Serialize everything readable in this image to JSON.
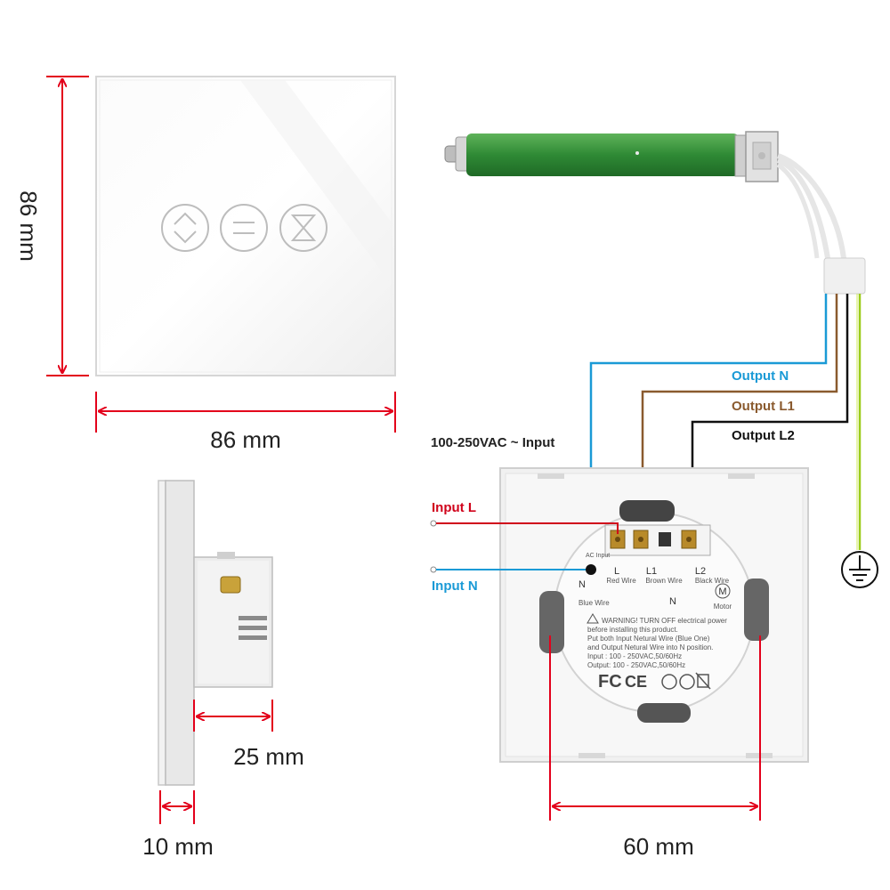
{
  "dimensions": {
    "height_front": "86 mm",
    "width_front": "86 mm",
    "depth_body": "25 mm",
    "depth_panel": "10 mm",
    "back_width": "60 mm"
  },
  "wiring": {
    "input_title": "100-250VAC ~ Input",
    "input_l": "Input L",
    "input_n": "Input N",
    "output_n": "Output N",
    "output_l1": "Output L1",
    "output_l2": "Output L2"
  },
  "back_labels": {
    "ac_input": "AC Input",
    "term_l": "L",
    "term_l1": "L1",
    "term_l2": "L2",
    "red_wire": "Red Wire",
    "brown_wire": "Brown Wire",
    "black_wire": "Black Wire",
    "n_left": "N",
    "n_center": "N",
    "blue_wire": "Blue Wire",
    "motor": "Motor",
    "motor_symbol": "M",
    "warning_1": "WARNING! TURN OFF electrical power",
    "warning_2": "before installing this product.",
    "warning_3": "Put both Input Netural Wire (Blue One)",
    "warning_4": "and Output Netural Wire into N position.",
    "spec_input": "Input : 100 - 250VAC,50/60Hz",
    "spec_output": "Output: 100 - 250VAC,50/60Hz",
    "cert_fc": "FC",
    "cert_ce": "CE"
  },
  "colors": {
    "dimension_red": "#e3001b",
    "wire_blue": "#1a9ad6",
    "wire_brown": "#8a5a2e",
    "wire_black": "#111111",
    "wire_green_yellow": "#9ccc1a",
    "input_l_red": "#d0021b",
    "motor_green": "#3a8a3a"
  },
  "icons": [
    "up-down-icon",
    "stop-icon",
    "hourglass-icon",
    "ground-icon",
    "motor-icon"
  ]
}
